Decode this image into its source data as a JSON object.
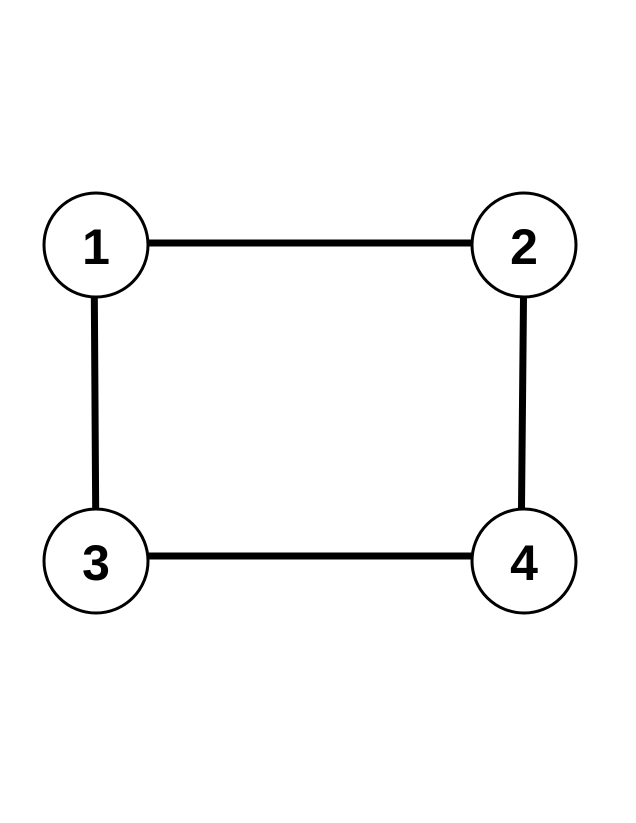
{
  "graph": {
    "nodes": [
      {
        "id": "1",
        "label": "1"
      },
      {
        "id": "2",
        "label": "2"
      },
      {
        "id": "3",
        "label": "3"
      },
      {
        "id": "4",
        "label": "4"
      }
    ],
    "edges": [
      {
        "from": "1",
        "to": "2"
      },
      {
        "from": "1",
        "to": "3"
      },
      {
        "from": "2",
        "to": "4"
      },
      {
        "from": "3",
        "to": "4"
      }
    ],
    "colors": {
      "line": "#000000",
      "node_fill": "#ffffff",
      "background": "#ffffff"
    }
  }
}
